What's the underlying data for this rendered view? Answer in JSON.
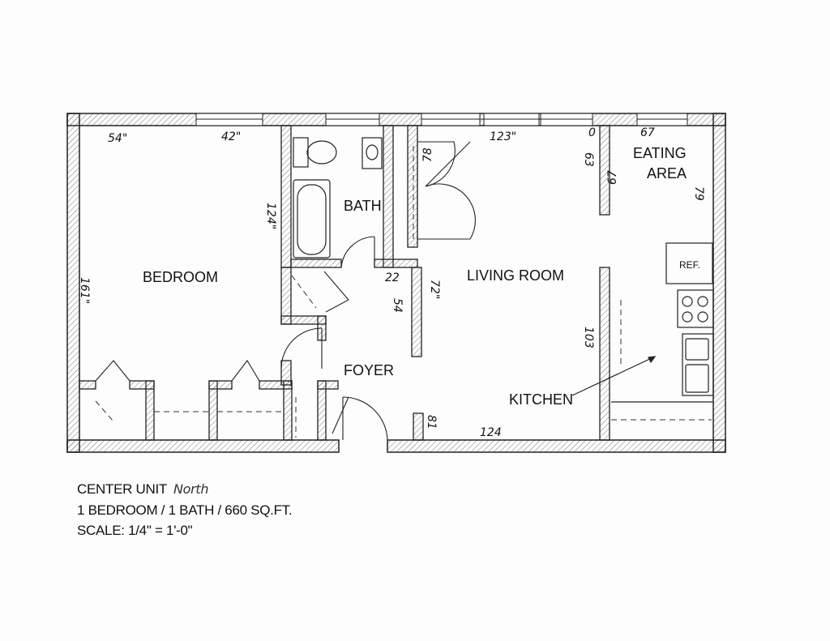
{
  "rooms": {
    "bedroom": "BEDROOM",
    "bath": "BATH",
    "living_room": "LIVING ROOM",
    "eating_area_line1": "EATING",
    "eating_area_line2": "AREA",
    "foyer": "FOYER",
    "kitchen": "KITCHEN",
    "ref": "REF."
  },
  "annotations": {
    "a54": "54\"",
    "a42": "42\"",
    "a123": "123\"",
    "a0": "0",
    "a67top": "67",
    "a63": "63",
    "a67side": "67",
    "a79": "79",
    "a124side": "124\"",
    "a161": "161\"",
    "a22": "22",
    "a54b": "54",
    "a72": "72\"",
    "a78": "78",
    "a103": "103",
    "a81": "81",
    "a124bottom": "124"
  },
  "caption": {
    "line1": "CENTER UNIT",
    "line1_handwritten": "North",
    "line2": "1 BEDROOM / 1 BATH / 660 SQ.FT.",
    "line3": "SCALE: 1/4\" = 1'-0\""
  }
}
